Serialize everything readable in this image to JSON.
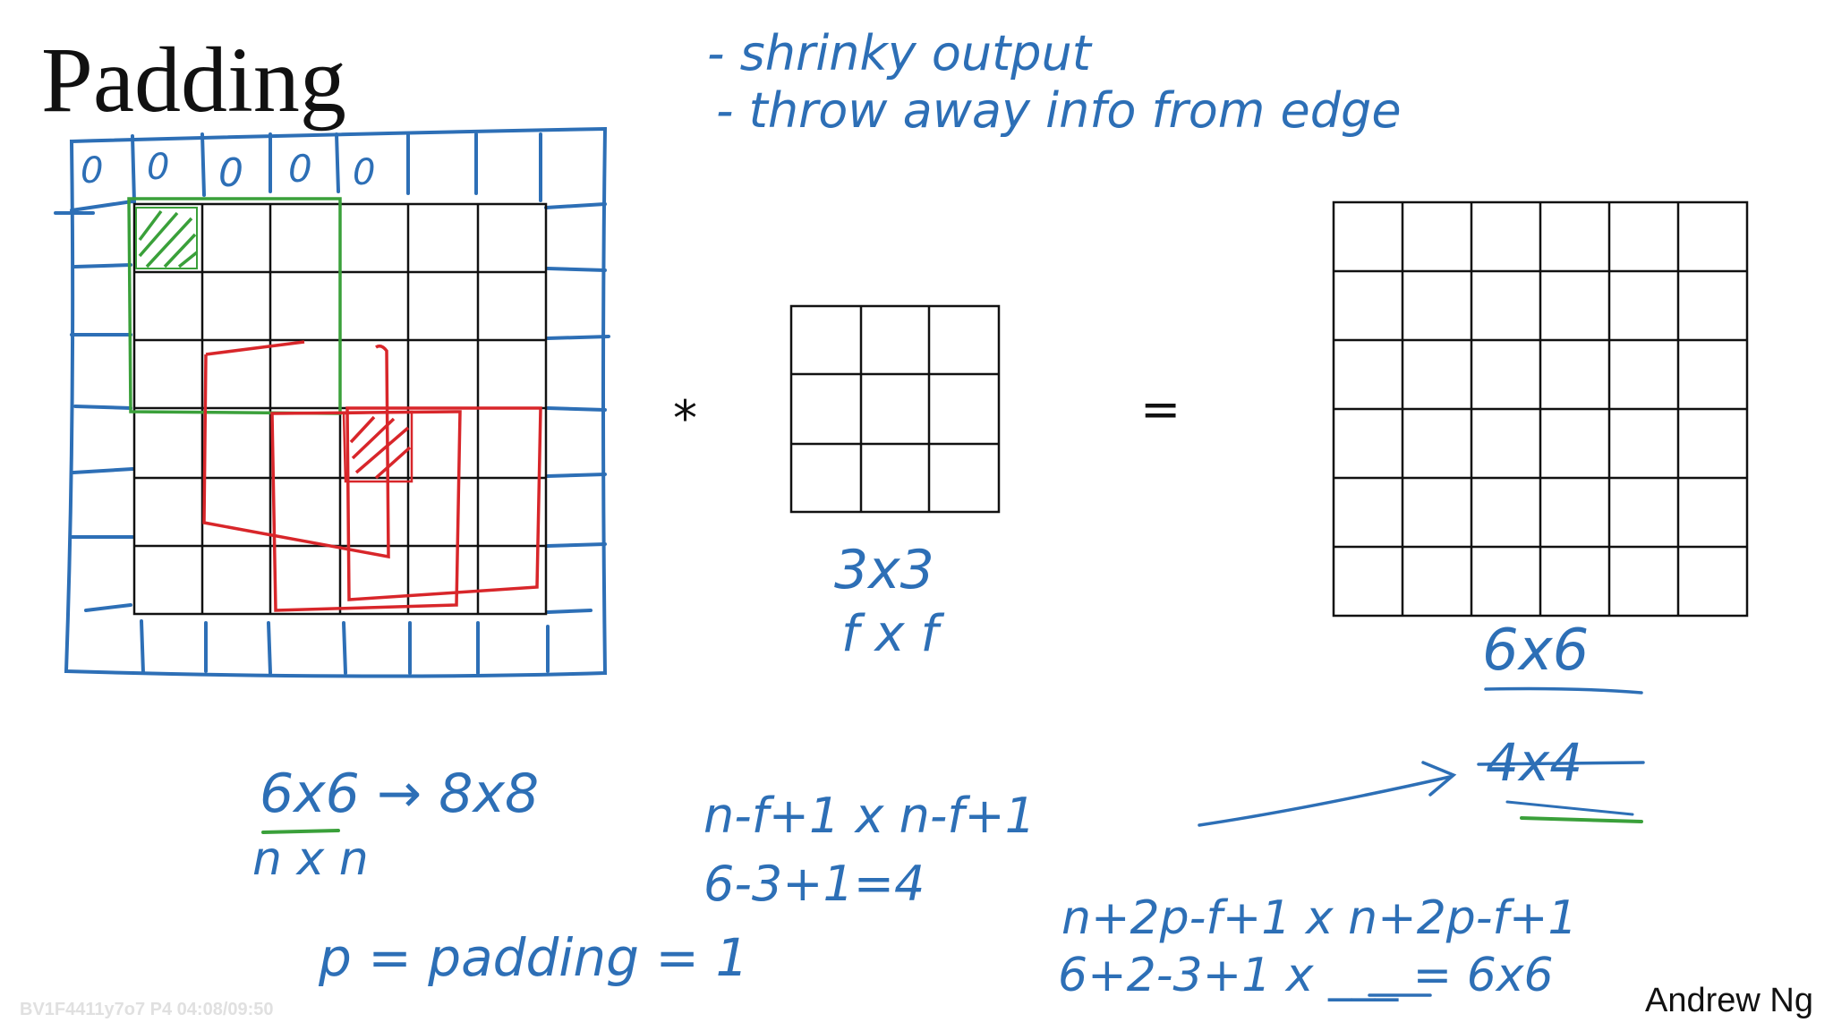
{
  "title": "Padding",
  "notes": {
    "line1": "- shrinky output",
    "line2": "- throw away info from edge"
  },
  "padding_zeros": [
    "0",
    "0",
    "0",
    "0",
    "0"
  ],
  "operators": {
    "conv": "*",
    "equals": "="
  },
  "filter_labels": {
    "size": "3x3",
    "symbolic": "f x f"
  },
  "output_labels": {
    "size": "6x6",
    "old_size": "4x4"
  },
  "equations": {
    "grow": "6x6 → 8x8",
    "nxn": "n x n",
    "output_formula": "n-f+1  x  n-f+1",
    "output_calc": "6-3+1=4",
    "padding_def": "p = padding = 1",
    "padded_formula": "n+2p-f+1  x  n+2p-f+1",
    "padded_calc": "6+2-3+1  x  ___  = 6x6"
  },
  "credit": "Andrew Ng",
  "watermark": "BV1F4411y7o7 P4 04:08/09:50",
  "colors": {
    "ink": "#2d6fb6",
    "grid": "#111111",
    "green": "#3aa03a",
    "red": "#d8262a"
  }
}
